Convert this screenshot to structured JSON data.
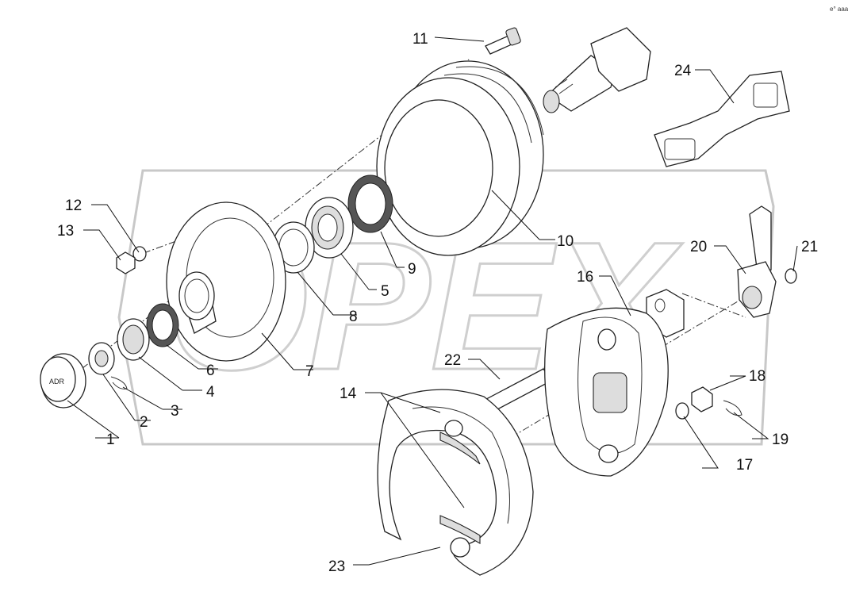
{
  "corner_mark": "e° aaa",
  "watermark": "OPEX",
  "cap_text": "ADR",
  "callouts": [
    {
      "id": "c1",
      "label": "1"
    },
    {
      "id": "c2",
      "label": "2"
    },
    {
      "id": "c3",
      "label": "3"
    },
    {
      "id": "c4",
      "label": "4"
    },
    {
      "id": "c5",
      "label": "5"
    },
    {
      "id": "c6",
      "label": "6"
    },
    {
      "id": "c7",
      "label": "7"
    },
    {
      "id": "c8",
      "label": "8"
    },
    {
      "id": "c9",
      "label": "9"
    },
    {
      "id": "c10",
      "label": "10"
    },
    {
      "id": "c11",
      "label": "11"
    },
    {
      "id": "c12",
      "label": "12"
    },
    {
      "id": "c13",
      "label": "13"
    },
    {
      "id": "c14",
      "label": "14"
    },
    {
      "id": "c16",
      "label": "16"
    },
    {
      "id": "c17",
      "label": "17"
    },
    {
      "id": "c18",
      "label": "18"
    },
    {
      "id": "c19",
      "label": "19"
    },
    {
      "id": "c20",
      "label": "20"
    },
    {
      "id": "c21",
      "label": "21"
    },
    {
      "id": "c22",
      "label": "22"
    },
    {
      "id": "c23",
      "label": "23"
    },
    {
      "id": "c24",
      "label": "24"
    }
  ]
}
